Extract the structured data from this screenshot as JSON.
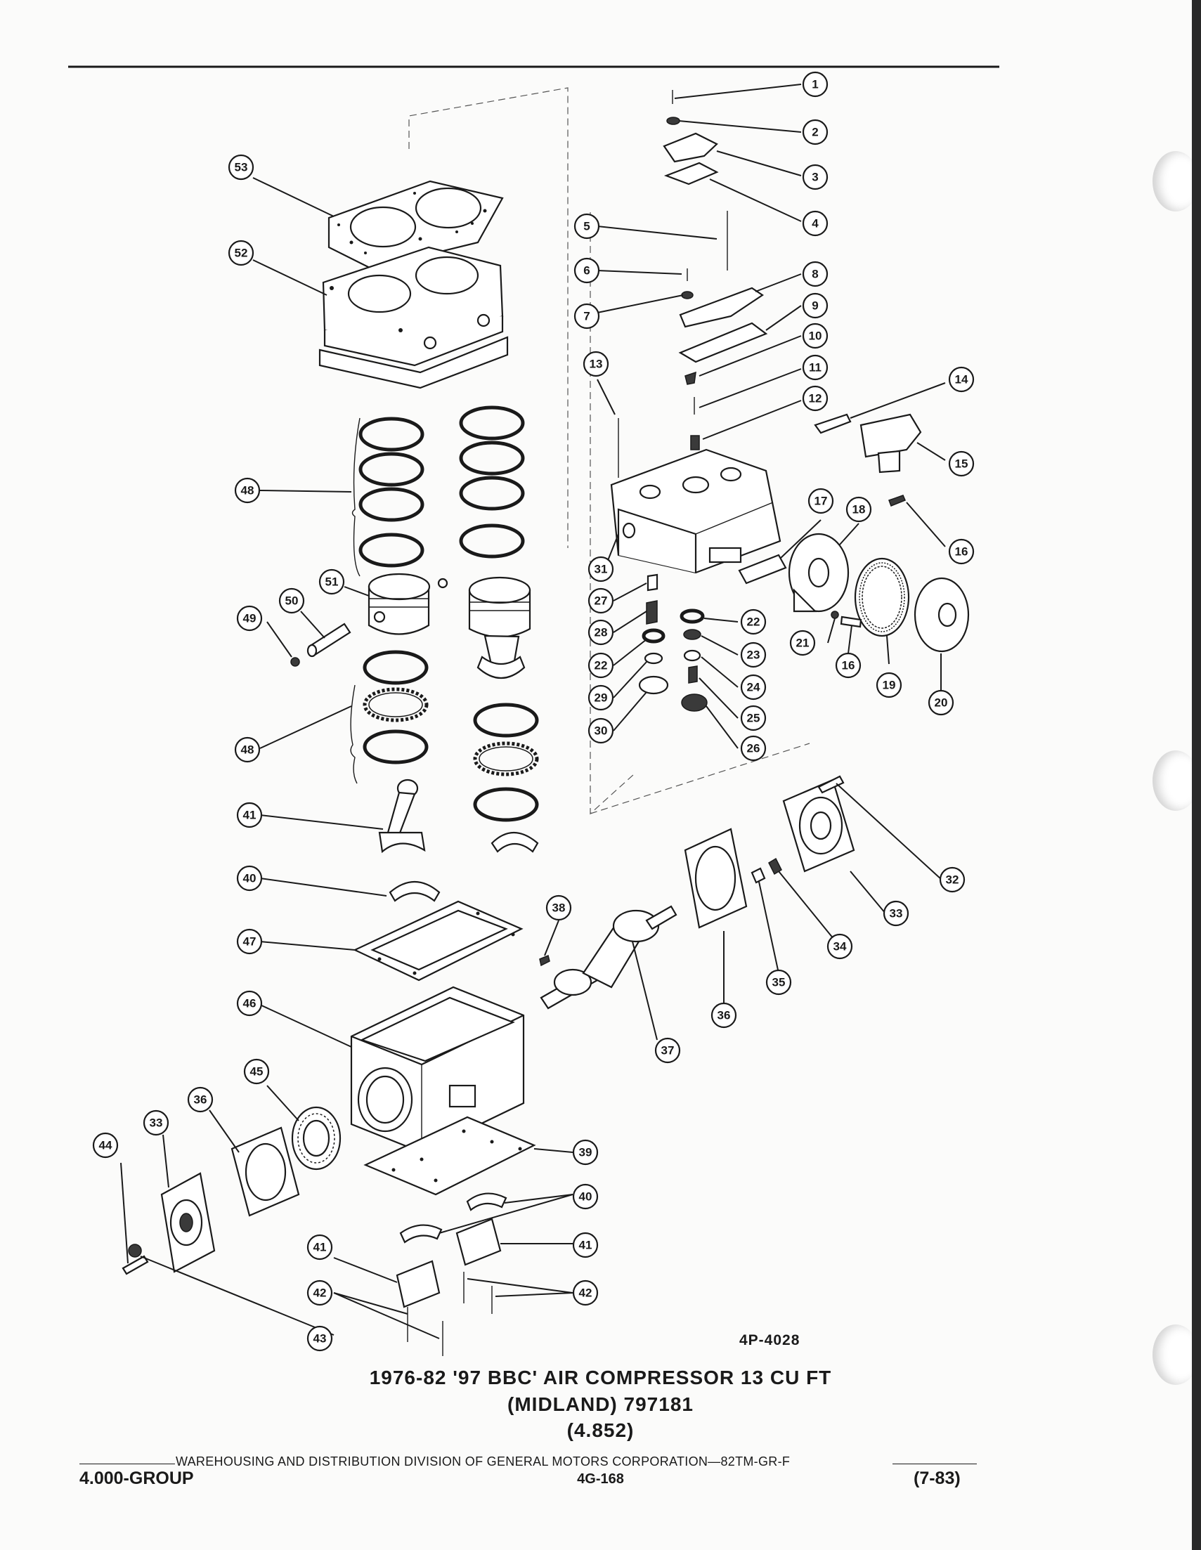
{
  "figure": {
    "code": "4P-4028",
    "title_line_1": "1976-82 '97 BBC' AIR COMPRESSOR 13 CU FT",
    "title_line_2": "(MIDLAND) 797181",
    "title_line_3": "(4.852)"
  },
  "footer": {
    "division_line": "WAREHOUSING AND DISTRIBUTION  DIVISION OF GENERAL MOTORS CORPORATION—82TM-GR-F",
    "group": "4.000-GROUP",
    "page_number": "4G-168",
    "date": "(7-83)"
  },
  "callouts": [
    "1",
    "2",
    "3",
    "4",
    "5",
    "6",
    "7",
    "8",
    "9",
    "10",
    "11",
    "12",
    "13",
    "14",
    "15",
    "16",
    "16",
    "17",
    "18",
    "19",
    "20",
    "21",
    "22",
    "22",
    "23",
    "24",
    "25",
    "26",
    "27",
    "28",
    "29",
    "30",
    "31",
    "32",
    "33",
    "33",
    "34",
    "35",
    "36",
    "36",
    "37",
    "38",
    "39",
    "40",
    "40",
    "41",
    "41",
    "41",
    "42",
    "42",
    "43",
    "44",
    "45",
    "46",
    "47",
    "48",
    "48",
    "49",
    "50",
    "51",
    "52",
    "53"
  ]
}
